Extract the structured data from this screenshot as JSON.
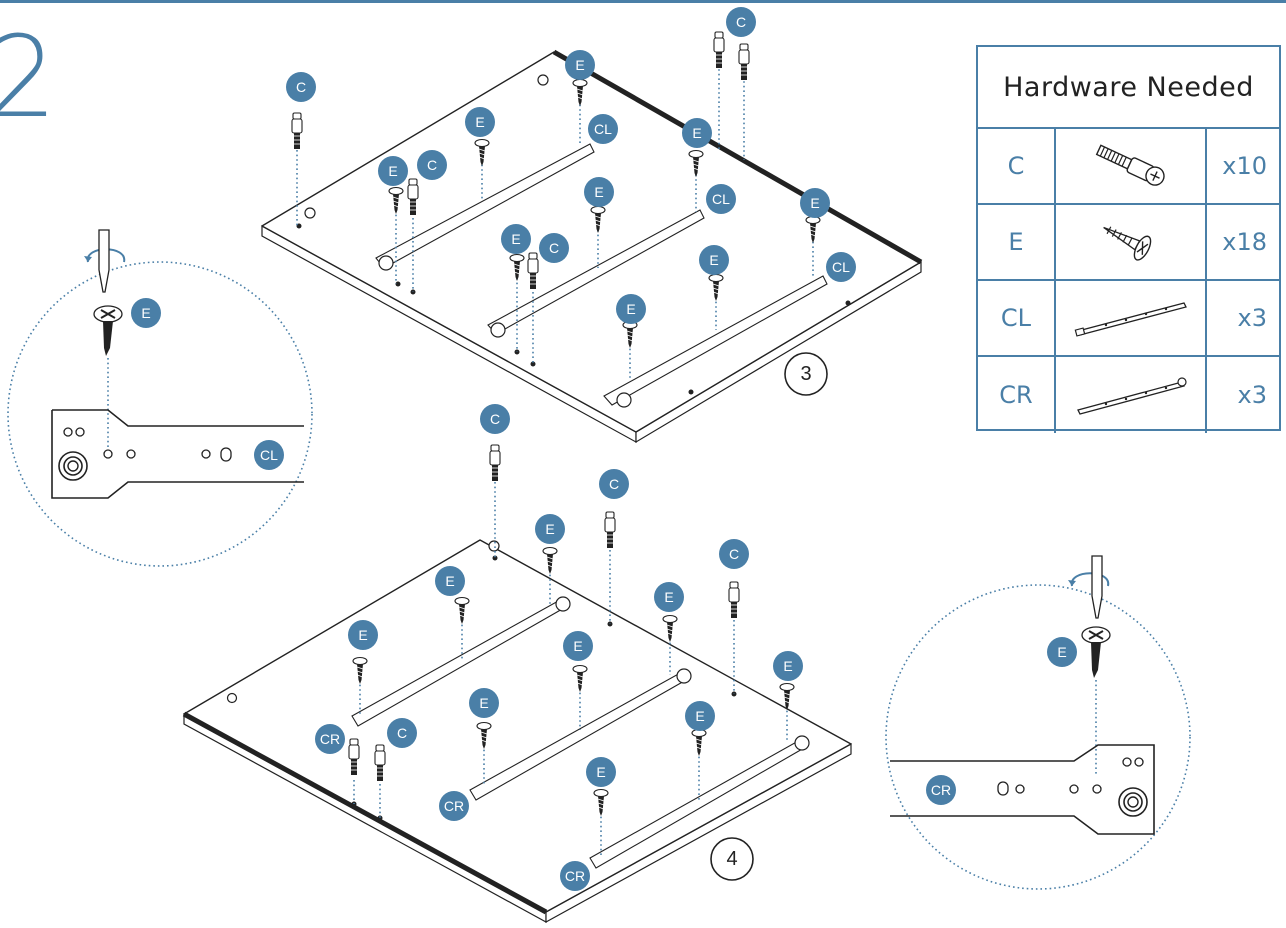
{
  "step_number": "2",
  "hardware_table": {
    "title": "Hardware Needed",
    "rows": [
      {
        "code": "C",
        "icon": "cam-bolt-icon",
        "qty": "x10"
      },
      {
        "code": "E",
        "icon": "wood-screw-icon",
        "qty": "x18"
      },
      {
        "code": "CL",
        "icon": "left-drawer-rail-icon",
        "qty": "x3"
      },
      {
        "code": "CR",
        "icon": "right-drawer-rail-icon",
        "qty": "x3"
      }
    ]
  },
  "sub_steps": {
    "upper": "3",
    "lower": "4"
  },
  "callouts": {
    "bolt": "C",
    "screw": "E",
    "rail_left": "CL",
    "rail_right": "CR"
  },
  "colors": {
    "accent": "#4a7fa7",
    "line": "#222222"
  }
}
